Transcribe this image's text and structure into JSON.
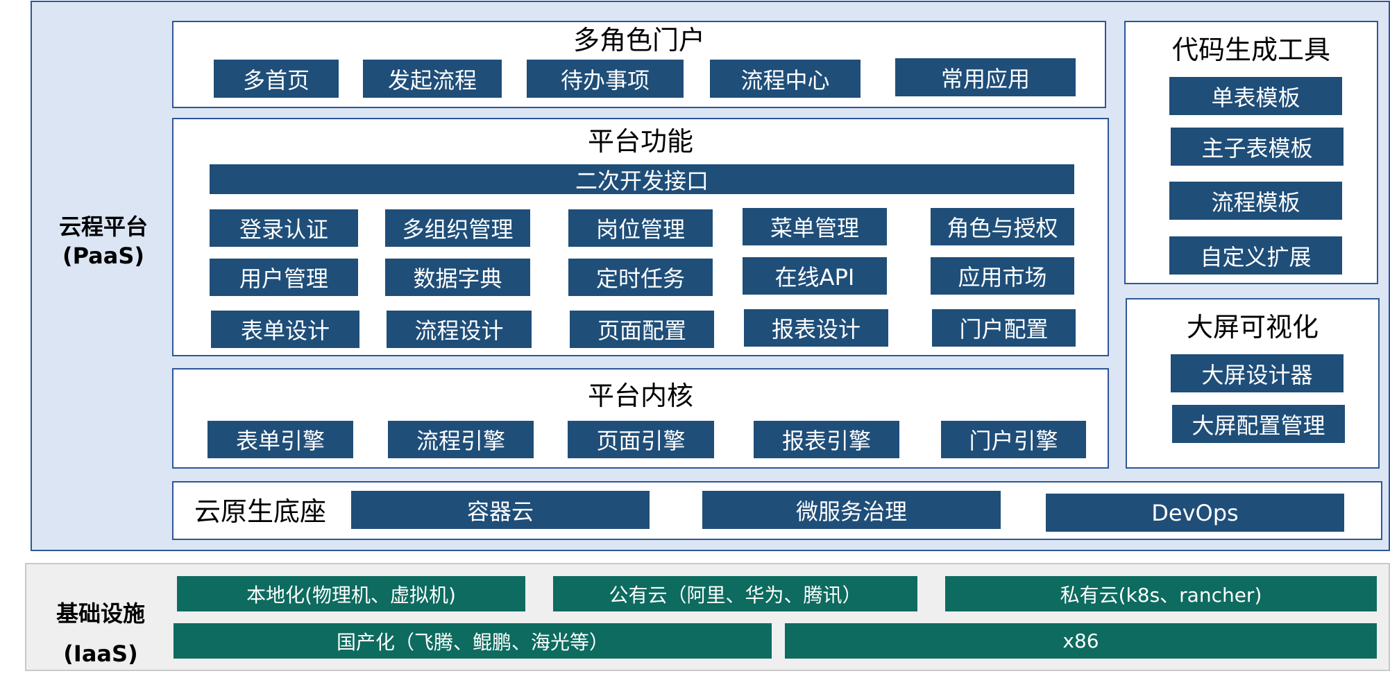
{
  "paas": {
    "label_line1": "云程平台",
    "label_line2": "(PaaS)"
  },
  "iaas": {
    "label_line1": "基础设施",
    "label_line2": "(IaaS)",
    "row1": [
      "本地化(物理机、虚拟机)",
      "公有云（阿里、华为、腾讯）",
      "私有云(k8s、rancher)"
    ],
    "row2": [
      "国产化（飞腾、鲲鹏、海光等）",
      "x86"
    ]
  },
  "portal": {
    "title": "多角色门户",
    "items": [
      "多首页",
      "发起流程",
      "待办事项",
      "流程中心",
      "常用应用"
    ]
  },
  "platform_functions": {
    "title": "平台功能",
    "interface_bar": "二次开发接口",
    "row1": [
      "登录认证",
      "多组织管理",
      "岗位管理",
      "菜单管理",
      "角色与授权"
    ],
    "row2": [
      "用户管理",
      "数据字典",
      "定时任务",
      "在线API",
      "应用市场"
    ],
    "row3": [
      "表单设计",
      "流程设计",
      "页面配置",
      "报表设计",
      "门户配置"
    ]
  },
  "platform_kernel": {
    "title": "平台内核",
    "items": [
      "表单引擎",
      "流程引擎",
      "页面引擎",
      "报表引擎",
      "门户引擎"
    ]
  },
  "cloud_native": {
    "title": "云原生底座",
    "items": [
      "容器云",
      "微服务治理",
      "DevOps"
    ]
  },
  "code_gen": {
    "title": "代码生成工具",
    "items": [
      "单表模板",
      "主子表模板",
      "流程模板",
      "自定义扩展"
    ]
  },
  "big_screen": {
    "title": "大屏可视化",
    "items": [
      "大屏设计器",
      "大屏配置管理"
    ]
  },
  "colors": {
    "paas_background": "#dbe5f4",
    "panel_border": "#2f5597",
    "module_blue": "#1f4e79",
    "infra_green": "#0d6b5f",
    "iaas_background": "#efefef"
  }
}
